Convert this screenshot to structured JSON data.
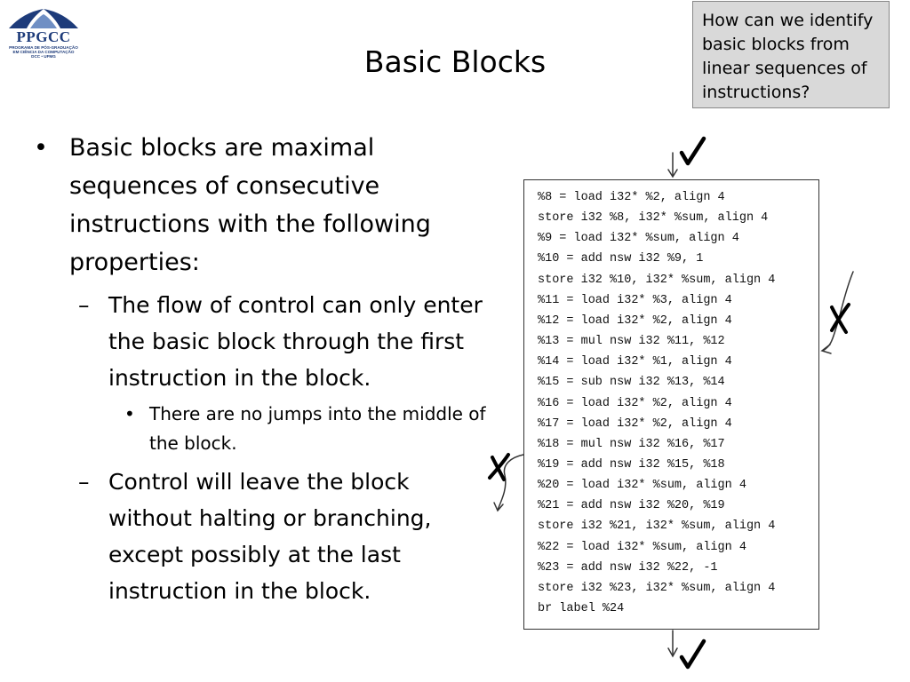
{
  "logo": {
    "acronym": "PPGCC",
    "line1": "PROGRAMA DE PÓS-GRADUAÇÃO",
    "line2": "EM CIÊNCIA DA COMPUTAÇÃO",
    "line3": "DCC • UFMG"
  },
  "title": "Basic Blocks",
  "note": "How can we identify basic blocks from linear sequences of instructions?",
  "bullets": {
    "main": "Basic blocks are maximal sequences of consecutive instructions with the following properties:",
    "sub1": "The flow of control can only enter the basic block through the first instruction in the block.",
    "sub1_detail": "There are no jumps into the middle of the block.",
    "sub2": "Control will leave the block without halting or branching, except possibly at the last instruction in the block."
  },
  "code": [
    "%8 = load i32* %2, align 4",
    "store i32 %8, i32* %sum, align 4",
    "%9 = load i32* %sum, align 4",
    "%10 = add nsw i32 %9, 1",
    "store i32 %10, i32* %sum, align 4",
    "%11 = load i32* %3, align 4",
    "%12 = load i32* %2, align 4",
    "%13 = mul nsw i32 %11, %12",
    "%14 = load i32* %1, align 4",
    "%15 = sub nsw i32 %13, %14",
    "%16 = load i32* %2, align 4",
    "%17 = load i32* %2, align 4",
    "%18 = mul nsw i32 %16, %17",
    "%19 = add nsw i32 %15, %18",
    "%20 = load i32* %sum, align 4",
    "%21 = add nsw i32 %20, %19",
    "store i32 %21, i32* %sum, align 4",
    "%22 = load i32* %sum, align 4",
    "%23 = add nsw i32 %22, -1",
    "store i32 %23, i32* %sum, align 4",
    "br label %24"
  ]
}
